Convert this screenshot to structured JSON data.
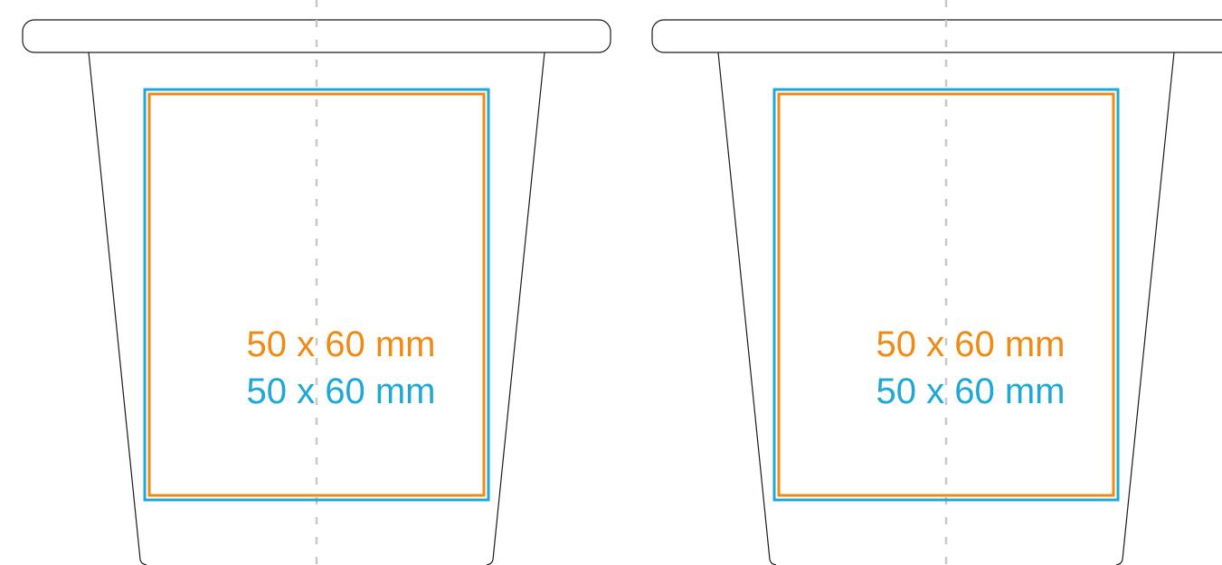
{
  "colors": {
    "outline": "#1a1a1a",
    "print_area_outer": "#1ea8d6",
    "print_area_inner": "#f08a12",
    "center_line": "#c8c8c8",
    "background": "#ffffff"
  },
  "cups": [
    {
      "name": "left-cup",
      "label_inner": "50 x 60 mm",
      "label_outer": "50 x 60 mm"
    },
    {
      "name": "right-cup",
      "label_inner": "50 x 60 mm",
      "label_outer": "50 x 60 mm"
    }
  ]
}
